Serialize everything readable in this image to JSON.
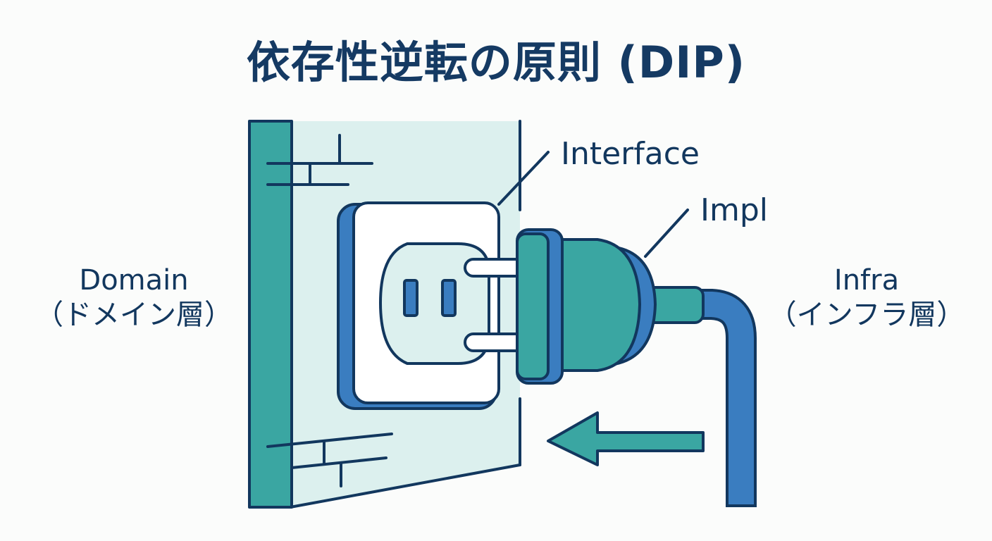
{
  "title": "依存性逆転の原則 (DIP)",
  "labels": {
    "interface": "Interface",
    "impl": "Impl",
    "domain": "Domain",
    "domain_sub": "（ドメイン層）",
    "infra": "Infra",
    "infra_sub": "（インフラ層）"
  },
  "colors": {
    "navy": "#12375e",
    "teal": "#3aa6a2",
    "light_teal": "#dcf0ee",
    "blue": "#3a7dc0",
    "white": "#ffffff"
  }
}
